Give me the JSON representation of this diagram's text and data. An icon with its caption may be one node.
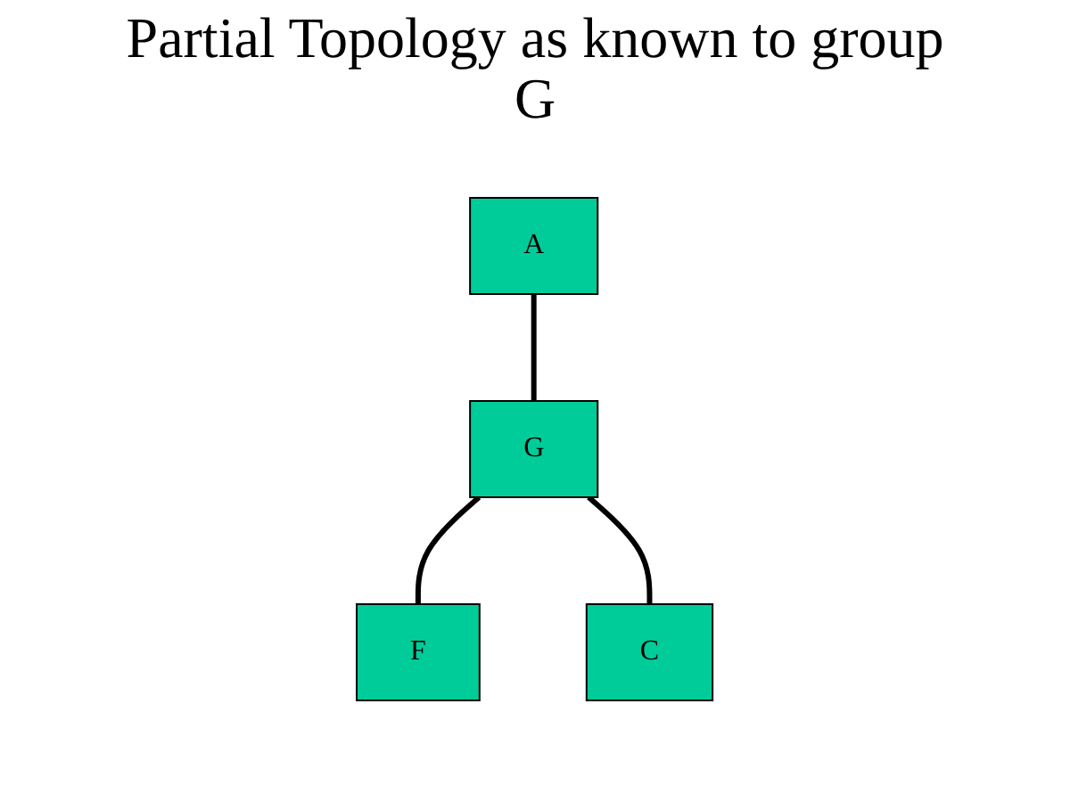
{
  "diagram": {
    "title": "Partial Topology as known to group G",
    "nodes": [
      {
        "text": [
          "A"
        ]
      },
      {
        "text": [
          "F"
        ]
      },
      {
        "text": [
          "G"
        ]
      },
      {
        "text": [
          "C"
        ]
      }
    ],
    "edges": [
      {
        "from": 0,
        "to": 2,
        "arrow": "none"
      },
      {
        "from": 2,
        "to": 1,
        "arrow": "none"
      },
      {
        "from": 2,
        "to": 3,
        "arrow": "none"
      }
    ]
  }
}
